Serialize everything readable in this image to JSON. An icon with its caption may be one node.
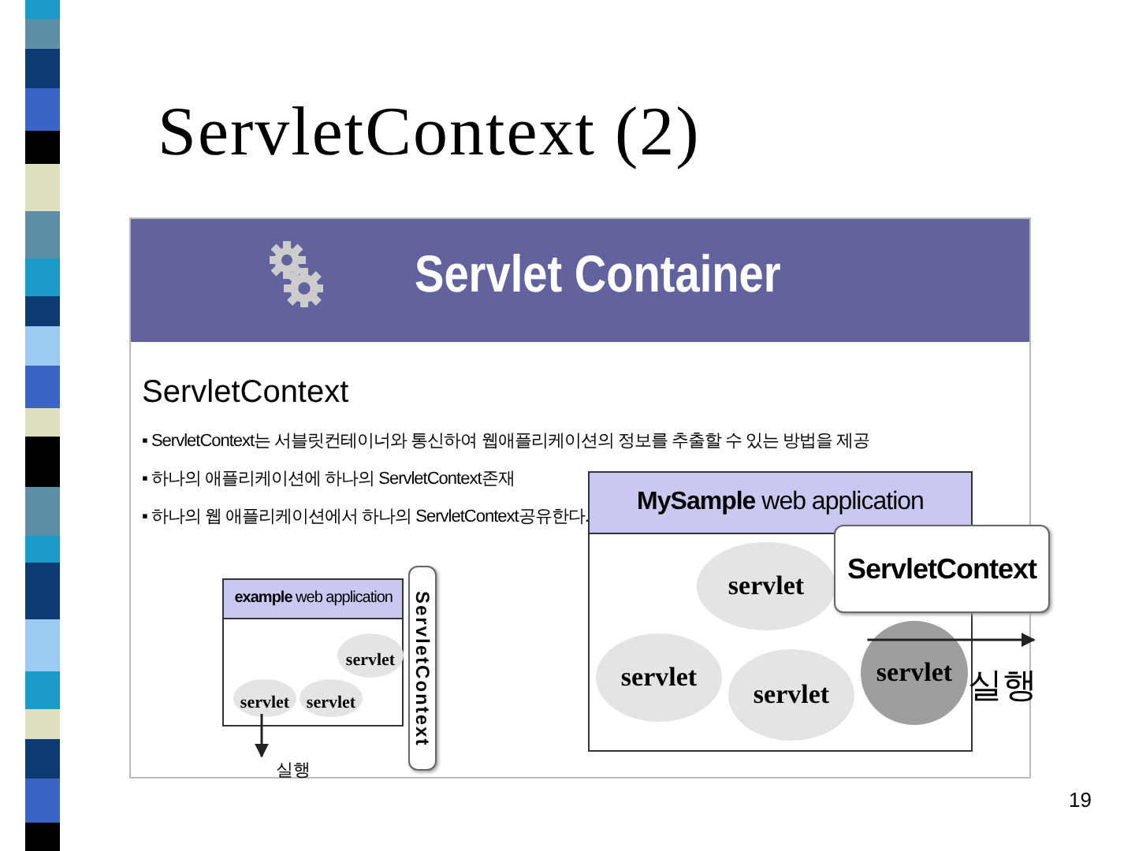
{
  "diagram": {
    "title": "ServletContext (2)",
    "nodes": [
      {
        "text": [
          "Servlet Container"
        ]
      },
      {
        "text": [
          "**example** web application"
        ],
        "in": 0
      },
      {
        "text": [
          "servlet"
        ],
        "in": 1
      },
      {
        "text": [
          "servlet"
        ],
        "in": 1
      },
      {
        "text": [
          "servlet"
        ],
        "in": 1
      },
      {
        "text": [
          "ServletContext"
        ],
        "in": 0
      },
      {
        "text": [
          "**MySample** web application"
        ],
        "in": 0
      },
      {
        "text": [
          "servlet"
        ],
        "in": 6
      },
      {
        "text": [
          "servlet"
        ],
        "in": 6
      },
      {
        "text": [
          "servlet"
        ],
        "in": 6
      },
      {
        "text": [
          "servlet"
        ],
        "in": 6
      },
      {
        "text": [
          "ServletContext"
        ],
        "in": 0
      },
      {
        "text": [
          "실행"
        ],
        "in": 0
      }
    ],
    "edges": [
      {
        "from": 2,
        "to": 12,
        "arrow": "to"
      },
      {
        "from": 10,
        "to": null,
        "arrow": "to"
      }
    ],
    "labels": [
      "ServletContext",
      "▪ ServletContext는 서블릿컨테이너와 통신하여 웹애플리케이션의 정보를 추출할 수 있는 방법을 제공",
      "▪ 하나의 애플리케이션에 하나의 ServletContext존재",
      "▪ 하나의 웹 애플리케이션에서 하나의 ServletContext공유한다.",
      "실행",
      "19"
    ]
  }
}
